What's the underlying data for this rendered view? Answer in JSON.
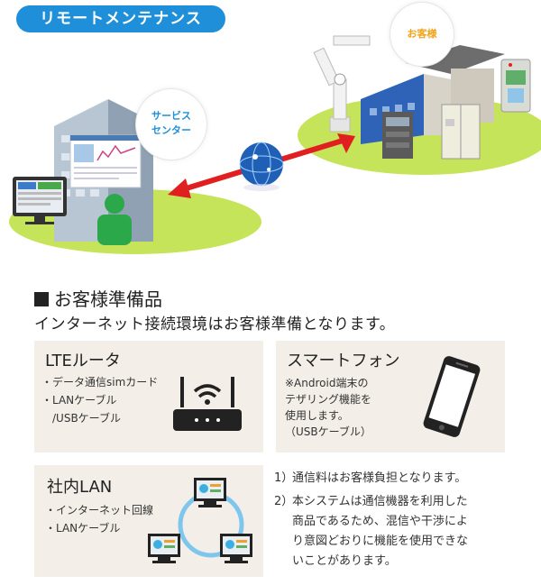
{
  "header": {
    "title": "リモートメンテナンス"
  },
  "illustration": {
    "service_center_label": "サービス\nセンター",
    "customer_label": "お客様"
  },
  "section": {
    "title": "お客様準備品",
    "subtitle": "インターネット接続環境はお客様準備となります。"
  },
  "boxes": {
    "lte": {
      "title": "LTEルータ",
      "items": [
        "・データ通信simカード",
        "・LANケーブル",
        "　/USBケーブル"
      ]
    },
    "smartphone": {
      "title": "スマートフォン",
      "items": [
        "※Android端末の",
        "テザリング機能を",
        "使用します。",
        "（USBケーブル）"
      ]
    },
    "lan": {
      "title": "社内LAN",
      "items": [
        "・インターネット回線",
        "・LANケーブル"
      ]
    }
  },
  "notes": [
    {
      "num": "1）",
      "lines": [
        "通信料はお客様負担となります。"
      ]
    },
    {
      "num": "2）",
      "lines": [
        "本システムは通信機器を利用した",
        "商品であるため、混信や干渉によ",
        "り意図どおりに機能を使用できな",
        "いことがあります。"
      ]
    }
  ],
  "colors": {
    "accent_blue": "#1e8fd8",
    "green": "#2aa84a",
    "lawn": "#c6e45a",
    "arrow_red": "#e02020",
    "box_bg": "#f3efe8",
    "customer_orange": "#f2a31a"
  }
}
